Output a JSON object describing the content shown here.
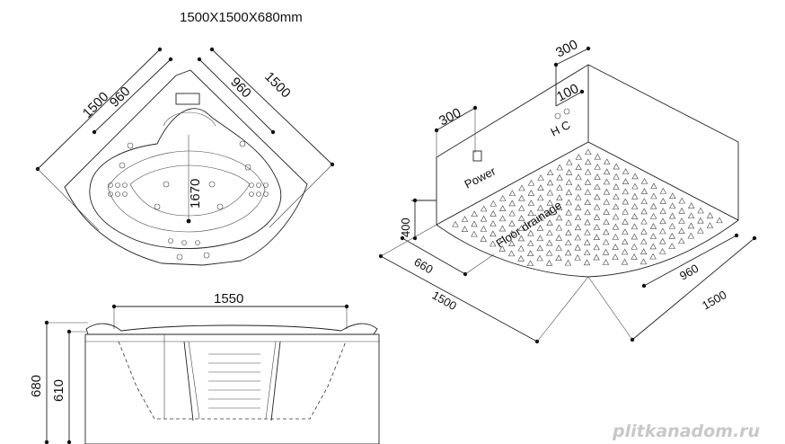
{
  "top_view": {
    "size_title": "1500X1500X680mm",
    "dim_outer_left": "1500",
    "dim_inner_left": "960",
    "dim_inner_right": "960",
    "dim_outer_right": "1500",
    "dim_diagonal": "1670"
  },
  "side_view": {
    "dim_length": "1550",
    "dim_height_total": "680",
    "dim_height_inner": "610"
  },
  "iso_view": {
    "dim_top_right": "300",
    "dim_top_left": "300",
    "dim_valve": "100",
    "label_hc": "H C",
    "label_power": "Power",
    "label_floor": "Floor drainage",
    "dim_height": "400",
    "dim_front_inner": "660",
    "dim_front_outer": "1500",
    "dim_right_inner": "960",
    "dim_right_outer": "1500"
  },
  "watermark": "plitkanadom.ru"
}
